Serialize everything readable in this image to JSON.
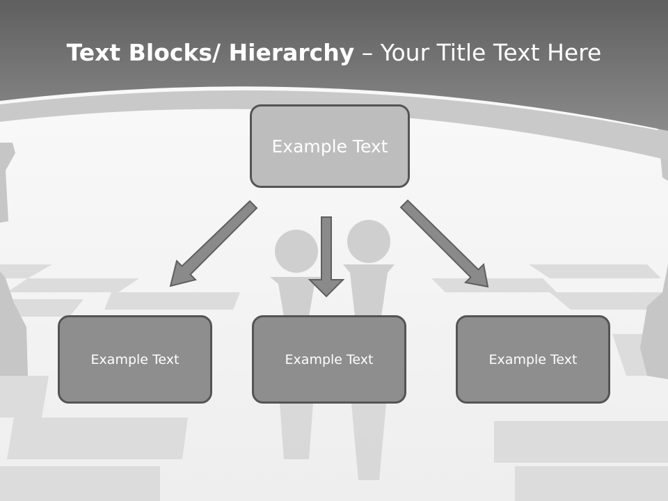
{
  "slide": {
    "title_bold": "Text Blocks/ Hierarchy",
    "title_separator": " – ",
    "title_rest": "Your Title Text Here"
  },
  "diagram": {
    "top_node": "Example Text",
    "children": [
      {
        "label": "Example Text"
      },
      {
        "label": "Example Text"
      },
      {
        "label": "Example Text"
      }
    ]
  },
  "colors": {
    "header": "#727272",
    "top_box": "#bdbdbd",
    "child_box": "#8e8e8e",
    "border": "#545454",
    "arrow": "#8a8a8a"
  }
}
